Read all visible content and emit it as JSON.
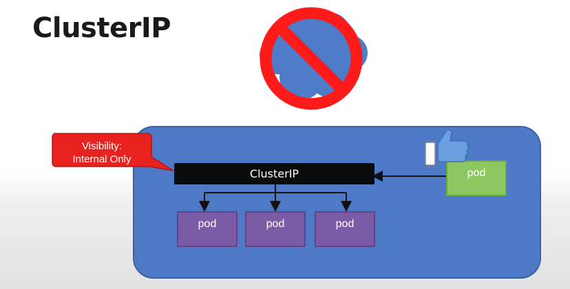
{
  "title": "ClusterIP",
  "callout": {
    "line1": "Visibility:",
    "line2": "Internal Only"
  },
  "cluster_ip_label": "ClusterIP",
  "pods": {
    "internal": [
      "pod",
      "pod",
      "pod"
    ],
    "external": "pod"
  },
  "icons": {
    "no_entry": "prohibited-cloud-icon",
    "thumbs_up": "thumbs-up-icon"
  },
  "colors": {
    "cluster_area": "#4d79c6",
    "callout": "#e8231f",
    "internal_pod": "#7b5aa6",
    "external_pod": "#8dc760",
    "no_sign": "#ff1a1a"
  }
}
